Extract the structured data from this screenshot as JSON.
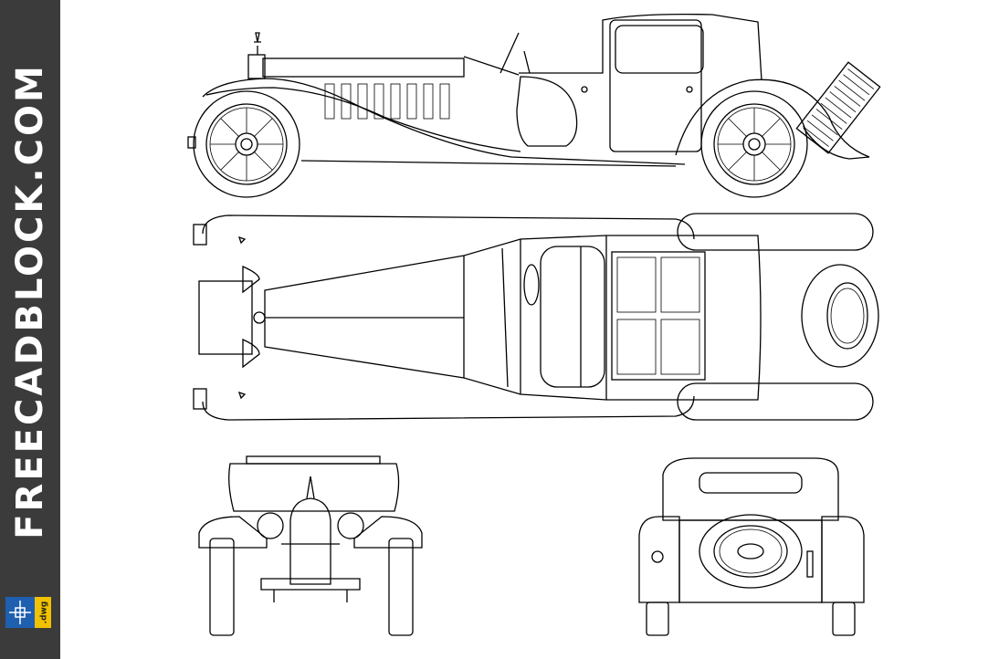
{
  "watermark": {
    "brand": "FREECADBLOCK.COM",
    "logo_tag": ".dwg",
    "colors": {
      "panel": "#3b3b3b",
      "text": "#ffffff",
      "logo_blue": "#1f5fb0",
      "logo_yellow": "#f2c200"
    }
  },
  "drawing": {
    "views": [
      "side-view",
      "top-view",
      "front-view",
      "rear-view"
    ]
  }
}
